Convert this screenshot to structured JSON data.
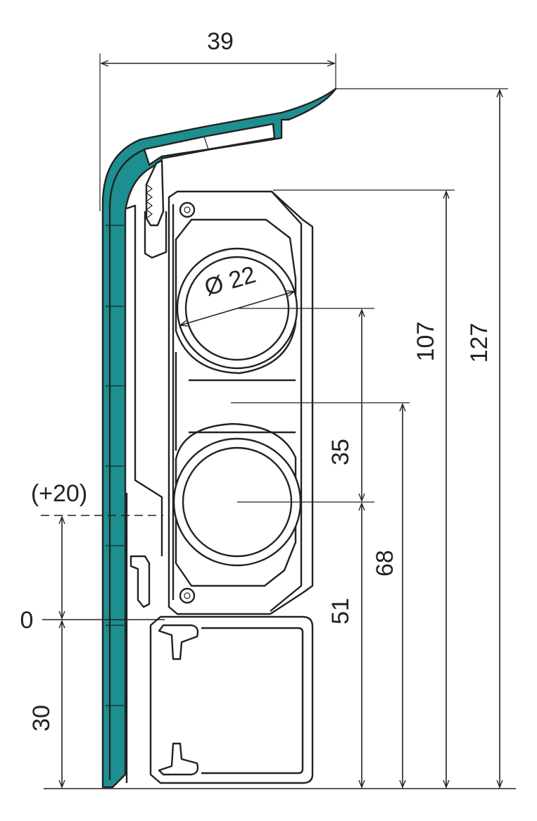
{
  "colors": {
    "profile": "#1d8f90",
    "ink": "#222222"
  },
  "dimensions": {
    "width_top": "39",
    "diameter": "Ø 22",
    "h_107": "107",
    "h_127": "127",
    "h_35": "35",
    "h_68": "68",
    "h_51": "51",
    "h_30": "30",
    "zero": "0",
    "plus20": "(+20)"
  }
}
